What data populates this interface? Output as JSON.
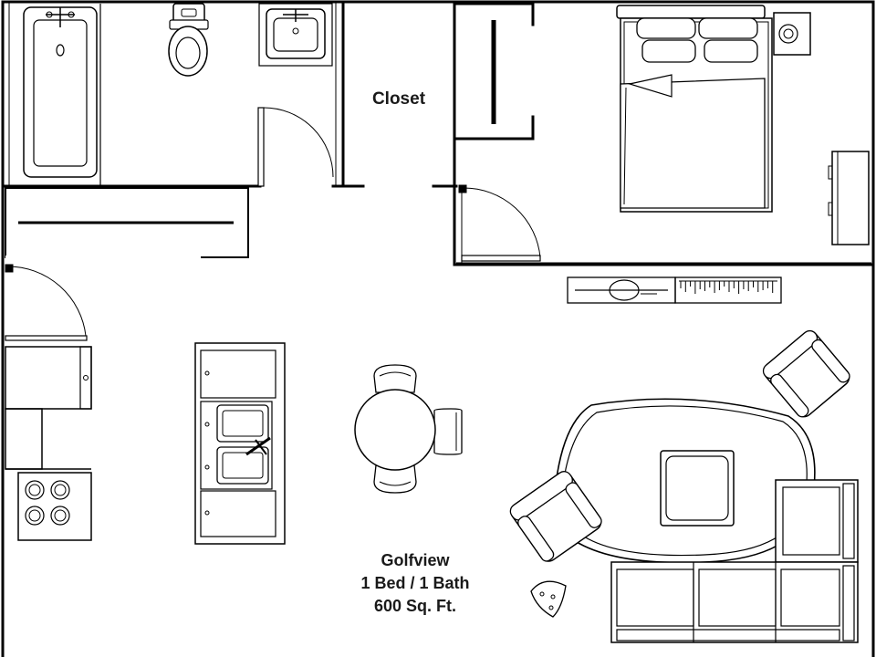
{
  "labels": {
    "closet": "Closet",
    "unit_name": "Golfview",
    "unit_type": "1 Bed / 1 Bath",
    "unit_size": "600 Sq. Ft."
  },
  "colors": {
    "line": "#000000",
    "background": "#ffffff"
  }
}
